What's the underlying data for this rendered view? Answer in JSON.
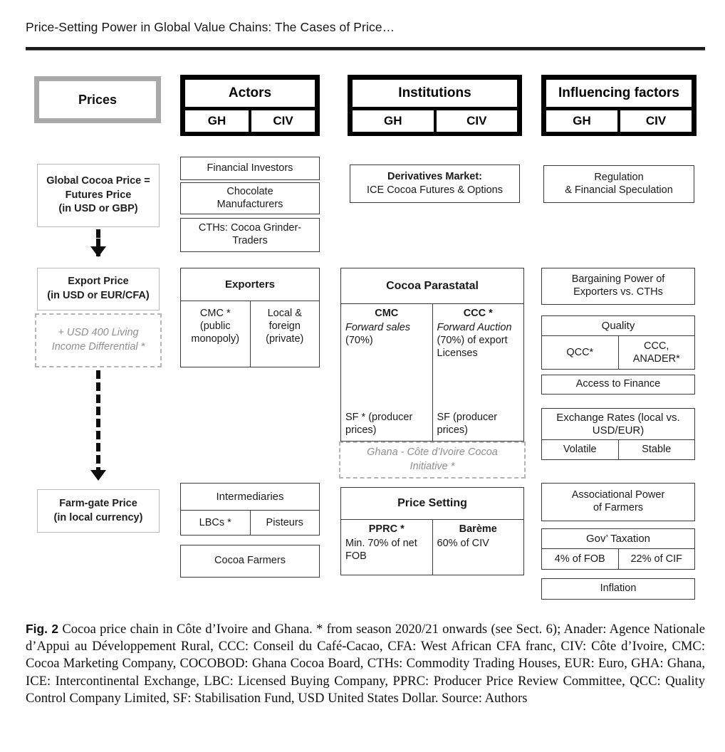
{
  "running_head": "Price-Setting Power in Global Value Chains: The Cases of Price…",
  "figure": {
    "column_headers": {
      "prices": "Prices",
      "actors": {
        "title": "Actors",
        "sub": [
          "GH",
          "CIV"
        ]
      },
      "institutions": {
        "title": "Institutions",
        "sub": [
          "GH",
          "CIV"
        ]
      },
      "influencing_factors": {
        "title": "Influencing factors",
        "sub": [
          "GH",
          "CIV"
        ]
      }
    },
    "prices": {
      "global": "Global Cocoa Price =\nFutures Price\n(in USD or GBP)",
      "export": "Export Price\n(in USD or EUR/CFA)",
      "living_income": "+ USD 400 Living\nIncome Differential *",
      "farmgate": "Farm-gate Price\n(in local currency)"
    },
    "actors": {
      "financial_investors": "Financial Investors",
      "chocolate_manufacturers": "Chocolate\nManufacturers",
      "cths": "CTHs: Cocoa Grinder-\nTraders",
      "exporters_title": "Exporters",
      "exporters_gh": "CMC *\n(public\nmonopoly)",
      "exporters_civ": "Local &\nforeign\n(private)",
      "intermediaries_title": "Intermediaries",
      "intermediaries_gh": "LBCs *",
      "intermediaries_civ": "Pisteurs",
      "cocoa_farmers": "Cocoa Farmers"
    },
    "institutions": {
      "derivatives_title": "Derivatives Market:",
      "derivatives_body": "ICE Cocoa Futures & Options",
      "parastatal_title": "Cocoa Parastatal",
      "parastatal_gh_head": "CMC",
      "parastatal_gh_body_it": "Forward sales",
      "parastatal_gh_body_rest": " (70%)",
      "parastatal_gh_foot": "SF * (producer prices)",
      "parastatal_civ_head": "CCC *",
      "parastatal_civ_body_it": "Forward Auction",
      "parastatal_civ_body_rest": " (70%) of export Licenses",
      "parastatal_civ_foot": "SF (producer prices)",
      "initiative": "Ghana -  Côte d’Ivoire Cocoa\nInitiative *",
      "price_setting_title": "Price Setting",
      "price_setting_gh_head": "PPRC *",
      "price_setting_gh_body": "Min. 70% of net FOB",
      "price_setting_civ_head": "Barème",
      "price_setting_civ_body": "60% of CIV"
    },
    "influencing_factors": {
      "regulation": "Regulation\n& Financial Speculation",
      "bargaining": "Bargaining Power of\nExporters vs. CTHs",
      "quality_title": "Quality",
      "quality_gh": "QCC*",
      "quality_civ": "CCC,\nANADER*",
      "access_to_finance": "Access to Finance",
      "exchange_title": "Exchange Rates (local vs.\nUSD/EUR)",
      "exchange_gh": "Volatile",
      "exchange_civ": "Stable",
      "associational": "Associational Power\nof Farmers",
      "taxation_title": "Gov’ Taxation",
      "taxation_gh": "4% of FOB",
      "taxation_civ": "22% of CIF",
      "inflation": "Inflation"
    },
    "arrows": [
      {
        "name": "arrow-global-to-export"
      },
      {
        "name": "arrow-export-to-farmgate"
      }
    ],
    "colors": {
      "box_border": "#3a3a3a",
      "price_border": "#b9b9b9",
      "dashed_border": "#b4b4b4",
      "header_frame": "#000000",
      "prices_header_frame": "#a9a9a9",
      "muted_text": "#8f8f8f"
    }
  },
  "caption": {
    "fig_no": "Fig. 2",
    "text": "Cocoa price chain in Côte d’Ivoire and Ghana.  * from season 2020/21 onwards (see Sect. 6); Anader: Agence Nationale d’Appui au Développement Rural, CCC: Conseil du Café-Cacao, CFA: West African CFA franc, CIV: Côte d’Ivoire, CMC: Cocoa Marketing Company, COCOBOD: Ghana Cocoa Board, CTHs: Commodity Trading Houses, EUR: Euro, GHA: Ghana, ICE: Intercontinental Exchange, LBC: Licensed Buying Company, PPRC: Producer Price Review Committee, QCC: Quality Control Company Limited, SF: Stabilisation Fund, USD United States Dollar. Source: Authors"
  }
}
